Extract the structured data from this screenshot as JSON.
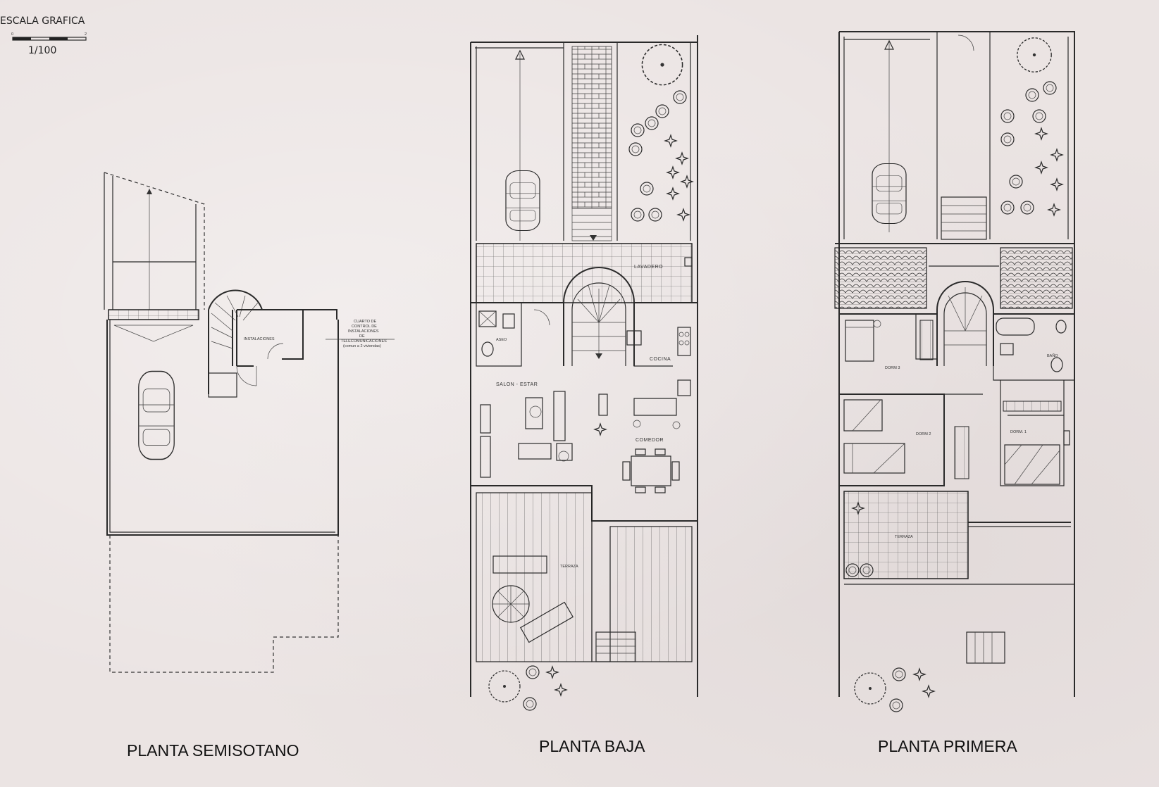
{
  "scale": {
    "label": "ESCALA GRAFICA",
    "tick_start": "0",
    "tick_end": "2",
    "ratio": "1/100"
  },
  "plans": {
    "semisotano": {
      "title": "PLANTA SEMISOTANO",
      "rooms": {
        "instalaciones": "INSTALACIONES",
        "telecom_line1": "CUARTO DE",
        "telecom_line2": "CONTROL DE",
        "telecom_line3": "INSTALACIONES",
        "telecom_line4": "DE",
        "telecom_line5": "TELECOMUNICACIONES",
        "telecom_line6": "(comun a 2 viviendas)"
      }
    },
    "baja": {
      "title": "PLANTA BAJA",
      "rooms": {
        "lavadero": "LAVADERO",
        "aseo": "ASEO",
        "cocina": "COCINA",
        "salon": "SALON - ESTAR",
        "comedor": "COMEDOR",
        "terraza": "TERRAZA"
      }
    },
    "primera": {
      "title": "PLANTA PRIMERA",
      "rooms": {
        "dorm3": "DORM 3",
        "dorm2": "DORM 2",
        "dorm1": "DORM. 1",
        "bano": "BAÑO",
        "terraza": "TERRAZA"
      }
    }
  },
  "colors": {
    "paper": "#ebe4e3",
    "ink": "#2a2a2a"
  }
}
